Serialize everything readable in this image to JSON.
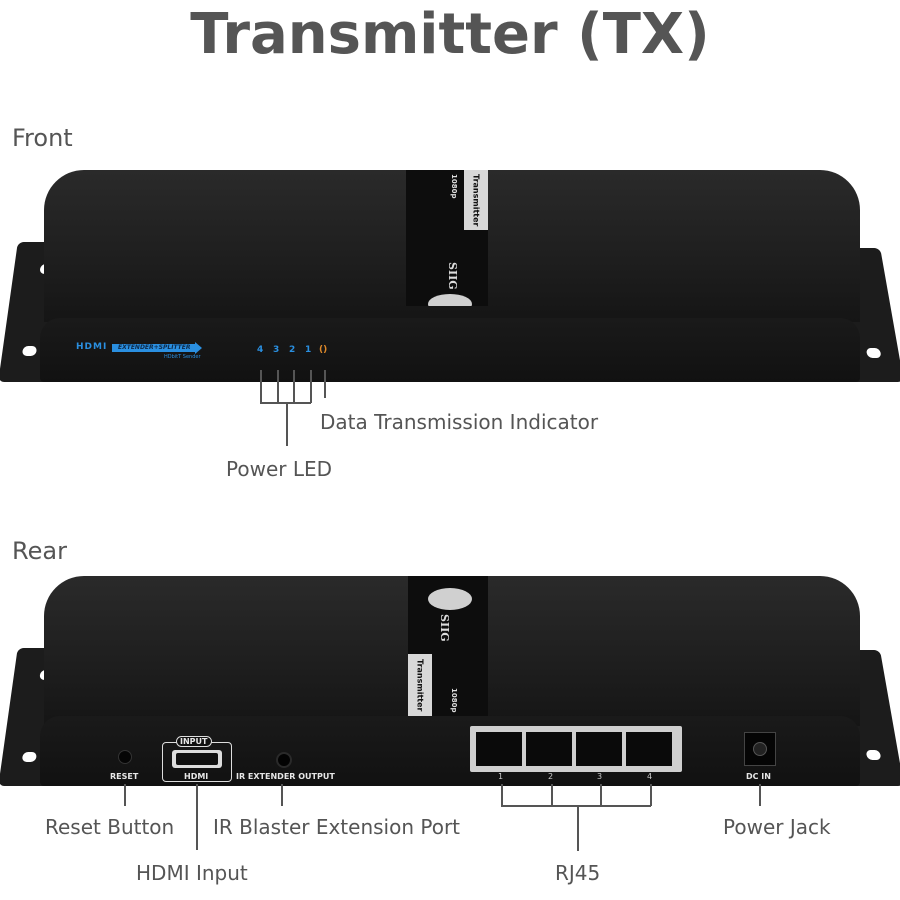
{
  "title": "Transmitter (TX)",
  "front": {
    "section_label": "Front",
    "panel": {
      "brand": "HDMI",
      "banner": "EXTENDER+SPLITTER",
      "subtitle": "HDbitT Sender",
      "leds": [
        "4",
        "3",
        "2",
        "1",
        "()"
      ]
    },
    "band": {
      "logo": "SIIG",
      "model": "Transmitter",
      "resolution": "1080p"
    },
    "callouts": {
      "power_led": "Power LED",
      "data_indicator": "Data Transmission Indicator"
    }
  },
  "rear": {
    "section_label": "Rear",
    "panel": {
      "reset_label": "RESET",
      "hdmi_top_label": "INPUT",
      "hdmi_bottom_label": "HDMI",
      "ir_label": "IR EXTENDER OUTPUT",
      "rj45_numbers": [
        "1",
        "2",
        "3",
        "4"
      ],
      "dc_label": "DC IN"
    },
    "band": {
      "logo": "SIIG",
      "model": "Transmitter",
      "resolution": "1080p"
    },
    "callouts": {
      "reset_button": "Reset Button",
      "hdmi_input": "HDMI Input",
      "ir_port": "IR Blaster Extension Port",
      "rj45": "RJ45",
      "power_jack": "Power Jack"
    }
  },
  "colors": {
    "text": "#555555",
    "device": "#1a1a1a",
    "led_blue": "#2a8fe0",
    "led_orange": "#e08a2a"
  }
}
